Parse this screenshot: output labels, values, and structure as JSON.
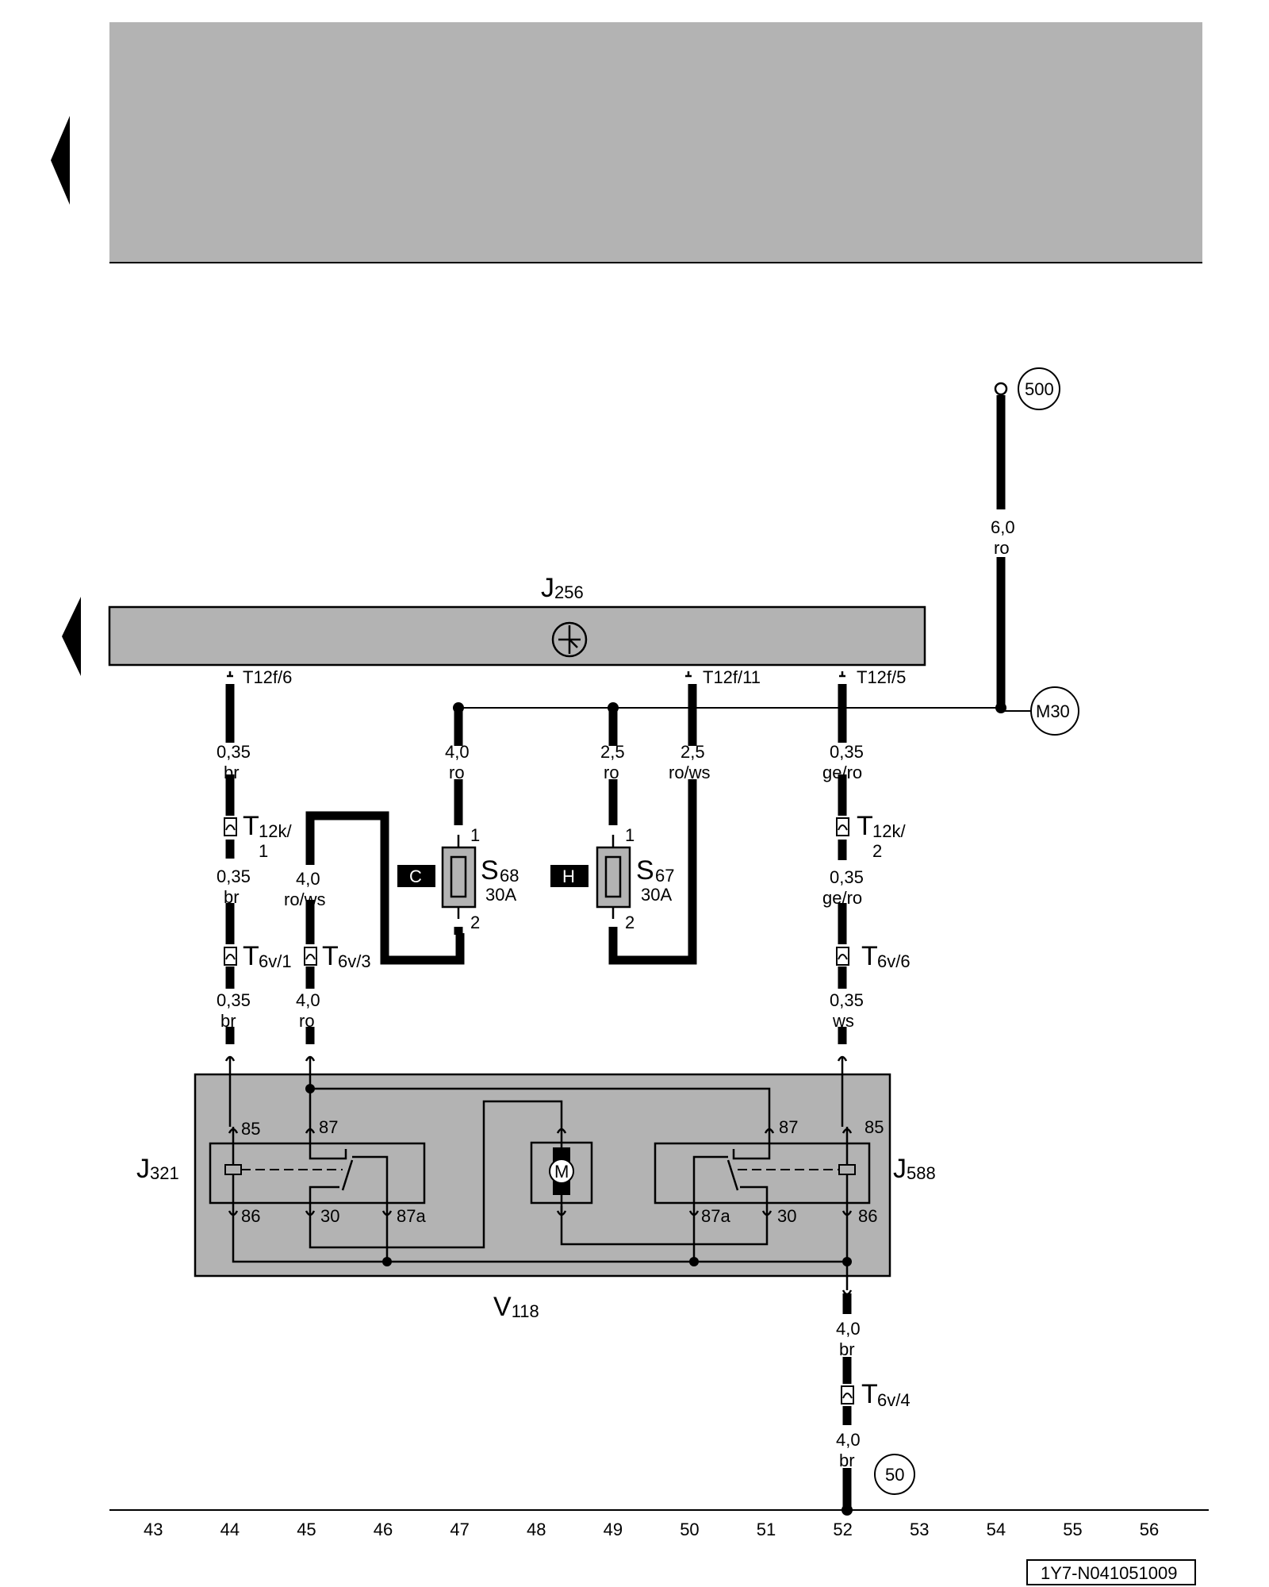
{
  "components": {
    "control_unit": {
      "name": "J",
      "sub": "256"
    },
    "relay_left": {
      "name": "J",
      "sub": "321"
    },
    "relay_right": {
      "name": "J",
      "sub": "588"
    },
    "pump_module": {
      "name": "V",
      "sub": "118"
    },
    "fuse_s68": {
      "name": "S",
      "sub": "68",
      "rating": "30A",
      "pin_top": "1",
      "pin_bottom": "2",
      "holder": "C"
    },
    "fuse_s67": {
      "name": "S",
      "sub": "67",
      "rating": "30A",
      "pin_top": "1",
      "pin_bottom": "2",
      "holder": "H"
    },
    "motor_symbol": "M"
  },
  "connectors": {
    "t12f_6": "T12f/6",
    "t12f_11": "T12f/11",
    "t12f_5": "T12f/5",
    "t12k_1": {
      "main": "T",
      "sub": "12k/",
      "line2": "1"
    },
    "t12k_2": {
      "main": "T",
      "sub": "12k/",
      "line2": "2"
    },
    "t6v_1": {
      "main": "T",
      "sub": "6v/1"
    },
    "t6v_3": {
      "main": "T",
      "sub": "6v/3"
    },
    "t6v_6": {
      "main": "T",
      "sub": "6v/6"
    },
    "t6v_4": {
      "main": "T",
      "sub": "6v/4"
    }
  },
  "wires": [
    {
      "id": "w1",
      "size": "0,35",
      "color": "br"
    },
    {
      "id": "w2",
      "size": "0,35",
      "color": "br"
    },
    {
      "id": "w3",
      "size": "0,35",
      "color": "br"
    },
    {
      "id": "w4",
      "size": "4,0",
      "color": "ro/ws"
    },
    {
      "id": "w5",
      "size": "4,0",
      "color": "ro"
    },
    {
      "id": "w6",
      "size": "4,0",
      "color": "ro"
    },
    {
      "id": "w7",
      "size": "2,5",
      "color": "ro"
    },
    {
      "id": "w8",
      "size": "2,5",
      "color": "ro/ws"
    },
    {
      "id": "w9",
      "size": "0,35",
      "color": "ge/ro"
    },
    {
      "id": "w10",
      "size": "0,35",
      "color": "ge/ro"
    },
    {
      "id": "w11",
      "size": "0,35",
      "color": "ws"
    },
    {
      "id": "w12",
      "size": "6,0",
      "color": "ro"
    },
    {
      "id": "w13",
      "size": "4,0",
      "color": "br"
    },
    {
      "id": "w14",
      "size": "4,0",
      "color": "br"
    }
  ],
  "relay_pins": {
    "left": {
      "p85": "85",
      "p87": "87",
      "p86": "86",
      "p30": "30",
      "p87a": "87a"
    },
    "right": {
      "p87": "87",
      "p85": "85",
      "p87a": "87a",
      "p30": "30",
      "p86": "86"
    }
  },
  "references": {
    "r500": "500",
    "m30": "M30",
    "r50": "50"
  },
  "columns": [
    "43",
    "44",
    "45",
    "46",
    "47",
    "48",
    "49",
    "50",
    "51",
    "52",
    "53",
    "54",
    "55",
    "56"
  ],
  "figure_id": "1Y7-N041051009"
}
